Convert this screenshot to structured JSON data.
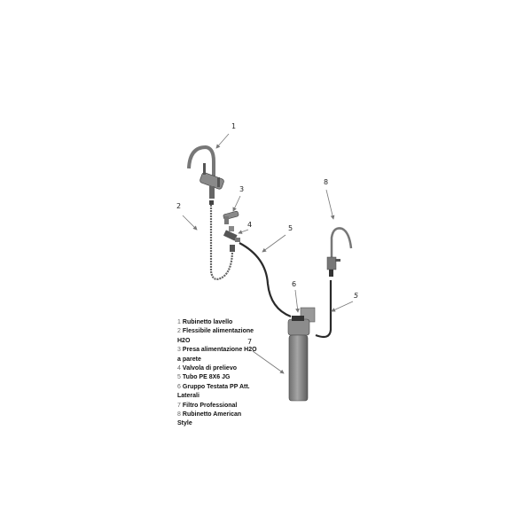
{
  "callouts": [
    "1",
    "2",
    "3",
    "4",
    "5",
    "6",
    "7",
    "8",
    "5"
  ],
  "legend": [
    {
      "num": "1",
      "text": "Rubinetto lavello"
    },
    {
      "num": "2",
      "text": "Flessibile alimentazione H2O"
    },
    {
      "num": "3",
      "text": "Presa alimentazione H2O a parete"
    },
    {
      "num": "4",
      "text": "Valvola di prelievo"
    },
    {
      "num": "5",
      "text": "Tubo PE 8X6 JG"
    },
    {
      "num": "6",
      "text": "Gruppo Testata PP Att. Laterali"
    },
    {
      "num": "7",
      "text": "Filtro Professional"
    },
    {
      "num": "8",
      "text": "Rubinetto American Style"
    }
  ],
  "colors": {
    "metal": "#8a8a8a",
    "dark": "#333333",
    "tube": "#2a2a2a"
  }
}
